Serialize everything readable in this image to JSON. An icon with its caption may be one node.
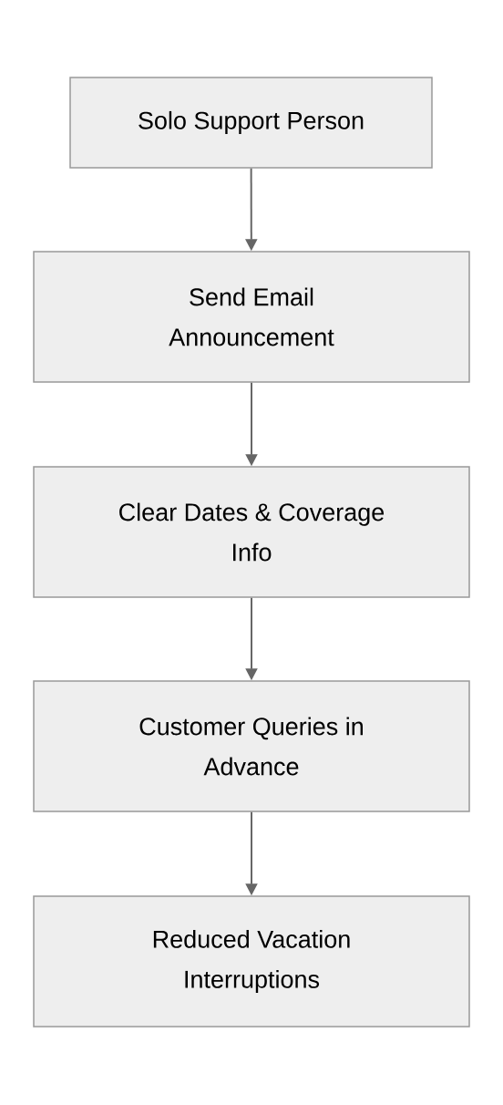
{
  "diagram": {
    "nodes": [
      {
        "text": [
          "Solo Support Person"
        ]
      },
      {
        "text": [
          "Send Email Announcement"
        ]
      },
      {
        "text": [
          "Clear Dates & Coverage Info"
        ]
      },
      {
        "text": [
          "Customer Queries in Advance"
        ]
      },
      {
        "text": [
          "Reduced Vacation Interruptions"
        ]
      }
    ],
    "edges": [
      {
        "from": 0,
        "to": 1,
        "arrow": "to"
      },
      {
        "from": 1,
        "to": 2,
        "arrow": "to"
      },
      {
        "from": 2,
        "to": 3,
        "arrow": "to"
      },
      {
        "from": 3,
        "to": 4,
        "arrow": "to"
      }
    ]
  }
}
